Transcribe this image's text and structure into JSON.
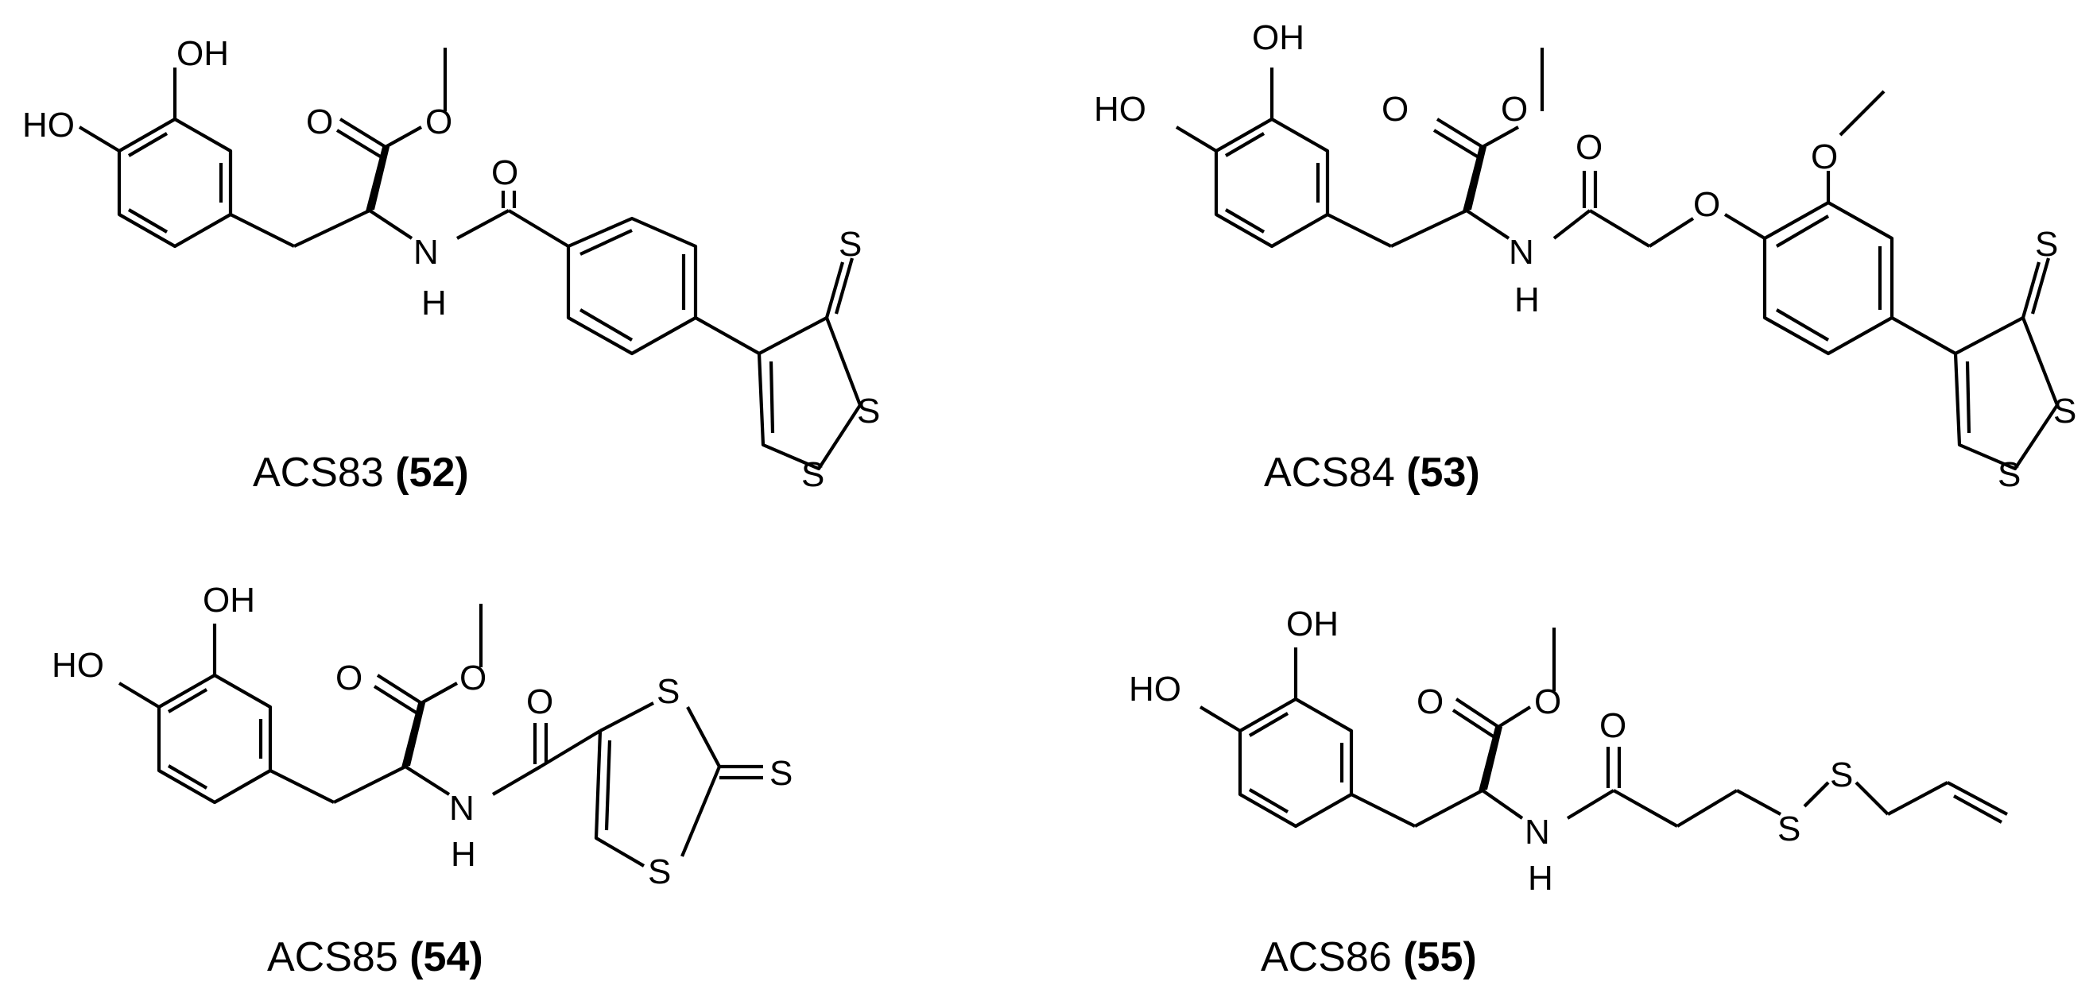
{
  "compounds": [
    {
      "name": "ACS83",
      "number": "(52)"
    },
    {
      "name": "ACS84",
      "number": "(53)"
    },
    {
      "name": "ACS85",
      "number": "(54)"
    },
    {
      "name": "ACS86",
      "number": "(55)"
    }
  ],
  "atom_labels": {
    "hydroxyl": "OH",
    "hydroxyl_left": "HO",
    "oxygen": "O",
    "nitrogen": "N",
    "hydrogen": "H",
    "sulfur": "S"
  },
  "colors": {
    "ink": "#000000",
    "background": "#ffffff"
  }
}
